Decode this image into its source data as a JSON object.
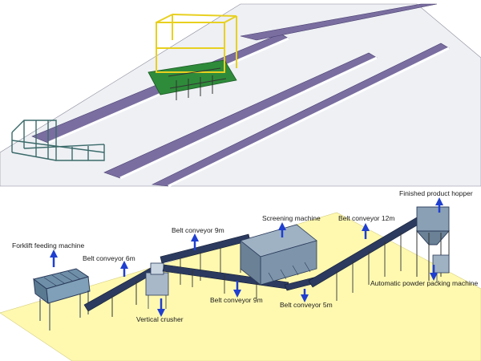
{
  "labels": {
    "forklift_feeding_machine": "Forklift feeding machine",
    "belt_conveyor_6m": "Belt conveyor 6m",
    "vertical_crusher": "Vertical crusher",
    "belt_conveyor_9m_upper": "Belt conveyor 9m",
    "belt_conveyor_9m_lower": "Belt conveyor 9m",
    "screening_machine": "Screening machine",
    "belt_conveyor_5m": "Belt conveyor 5m",
    "belt_conveyor_12m": "Belt conveyor 12m",
    "finished_product_hopper": "Finished product hopper",
    "automatic_powder_packing_machine": "Automatic powder packing machine"
  },
  "colors": {
    "floor": "#fff9b0",
    "channel_wall": "#7a6ea0",
    "frame": "#3a3a7a",
    "arrow": "#1f3fd0",
    "turner_frame": "#e8d020",
    "turner_base": "#2e8b3a",
    "structure": "#3b6a6a"
  }
}
